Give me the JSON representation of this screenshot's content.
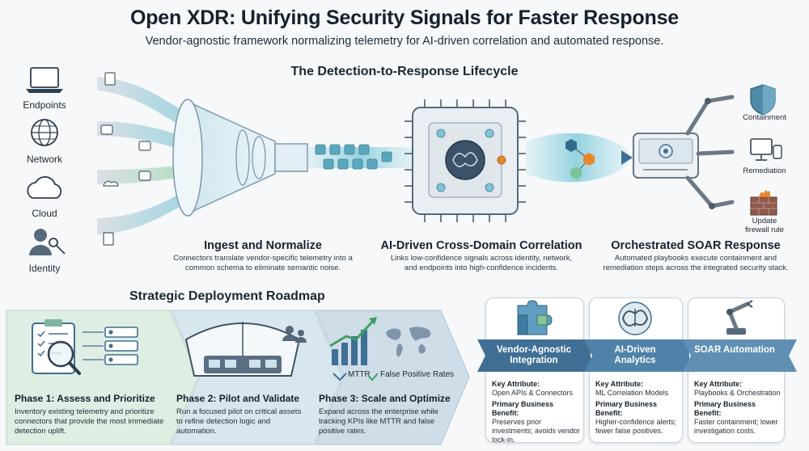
{
  "header": {
    "title": "Open XDR: Unifying Security Signals for Faster Response",
    "subtitle": "Vendor-agnostic framework normalizing telemetry for AI-driven correlation and automated response."
  },
  "lifecycle": {
    "title": "The Detection-to-Response Lifecycle",
    "sources": [
      {
        "label": "Endpoints",
        "icon": "laptop-icon"
      },
      {
        "label": "Network",
        "icon": "globe-icon"
      },
      {
        "label": "Cloud",
        "icon": "cloud-icon"
      },
      {
        "label": "Identity",
        "icon": "user-key-icon"
      }
    ],
    "stages": [
      {
        "title": "Ingest and Normalize",
        "desc": "Connectors translate vendor-specific telemetry into a common schema to eliminate semantic noise."
      },
      {
        "title": "AI-Driven Cross-Domain Correlation",
        "desc": "Links low-confidence signals across identity, network, and endpoints into high-confidence incidents."
      },
      {
        "title": "Orchestrated SOAR Response",
        "desc": "Automated playbooks execute containment and remediation steps across the integrated security stack."
      }
    ],
    "actions": [
      {
        "label": "Containment",
        "icon": "shield-icon"
      },
      {
        "label": "Remediation",
        "icon": "monitor-icon"
      },
      {
        "label": "Update firewall rule",
        "icon": "firewall-icon"
      }
    ]
  },
  "roadmap": {
    "title": "Strategic Deployment Roadmap",
    "phases": [
      {
        "title": "Phase 1: Assess and Prioritize",
        "desc": "Inventory existing telemetry and prioritize connectors that provide the most immediate detection uplift."
      },
      {
        "title": "Phase 2: Pilot and Validate",
        "desc": "Run a focused pilot on critical assets to refine detection logic and automation."
      },
      {
        "title": "Phase 3: Scale and Optimize",
        "desc": "Expand across the enterprise while tracking KPIs like MTTR and false positive rates."
      }
    ],
    "phase3_kpis": [
      "MTTR",
      "False Positive Rates"
    ]
  },
  "cards": [
    {
      "banner": "Vendor-Agnostic Integration",
      "key_attr_label": "Key Attribute:",
      "key_attr": "Open APIs & Connectors",
      "benefit_label": "Primary Business Benefit:",
      "benefit": "Preserves prior investments; avoids vendor lock-in.",
      "icon": "puzzle-icon"
    },
    {
      "banner": "AI-Driven Analytics",
      "key_attr_label": "Key Attribute:",
      "key_attr": "ML Correlation Models",
      "benefit_label": "Primary Business Benefit:",
      "benefit": "Higher-confidence alerts; fewer false positives.",
      "icon": "brain-icon"
    },
    {
      "banner": "SOAR Automation",
      "key_attr_label": "Key Attribute:",
      "key_attr": "Playbooks & Orchestration",
      "benefit_label": "Primary Business Benefit:",
      "benefit": "Faster containment; lower investigation costs.",
      "icon": "robot-arm-icon"
    }
  ],
  "colors": {
    "accent_blue": "#3f6f95",
    "flow_teal": "#6fb9c9",
    "chip_dark": "#3c4a5a",
    "phase1_bg": "#dfeee3",
    "phase2_bg": "#d8e6ee",
    "phase3_bg": "#cfdde9"
  }
}
